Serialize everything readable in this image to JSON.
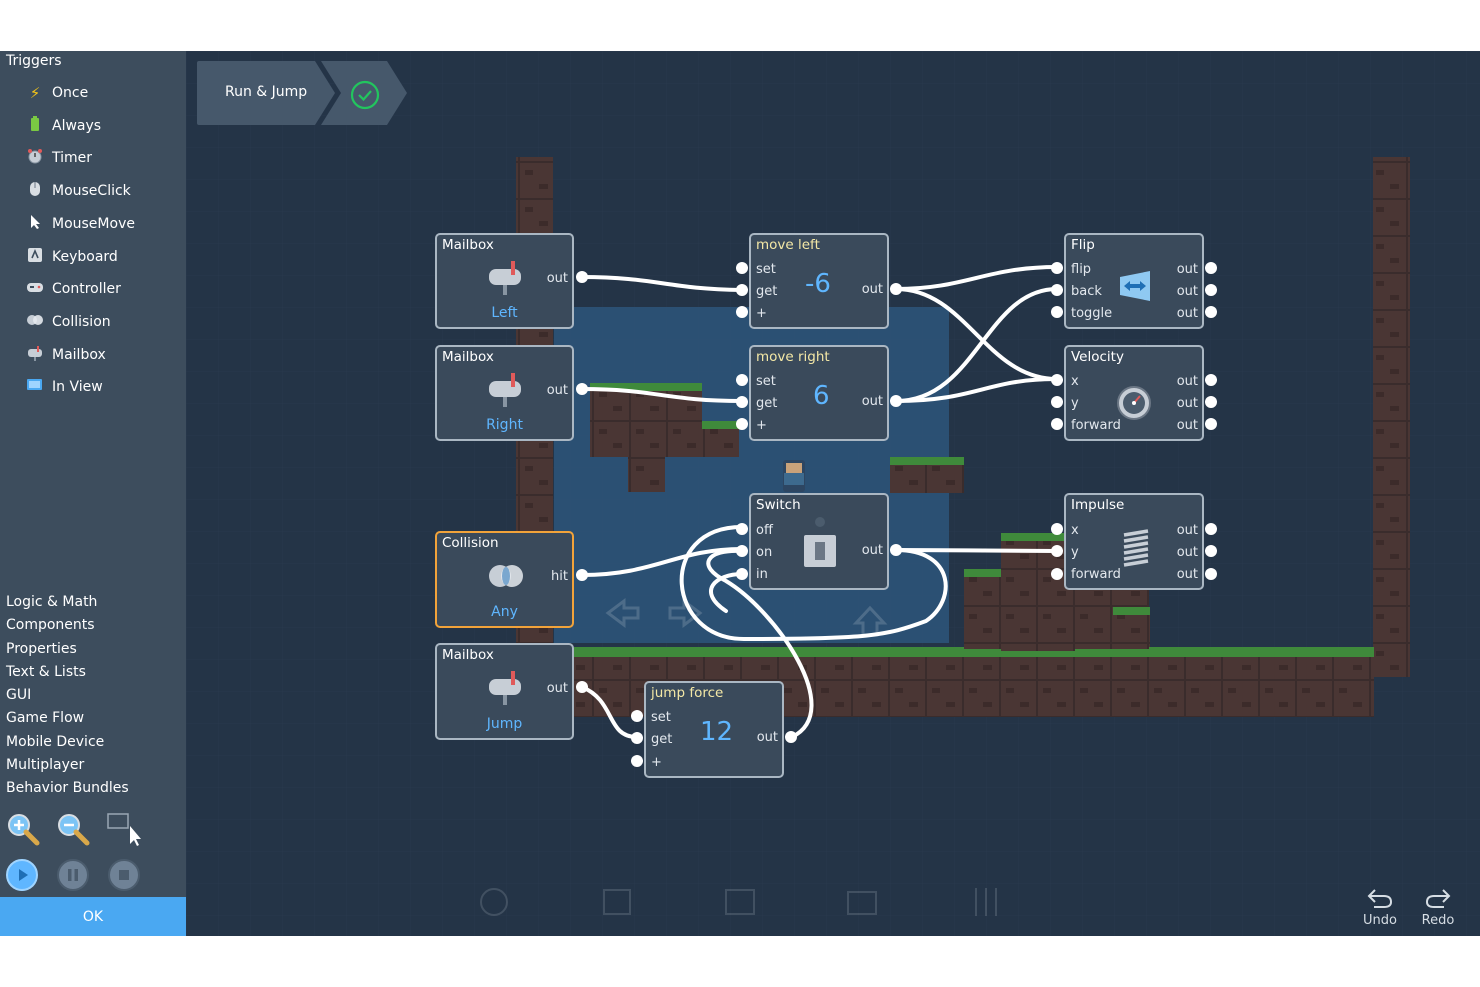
{
  "sidebar": {
    "triggers_header": "Triggers",
    "triggers": [
      {
        "label": "Once",
        "icon": "lightning-icon"
      },
      {
        "label": "Always",
        "icon": "battery-icon"
      },
      {
        "label": "Timer",
        "icon": "alarm-clock-icon"
      },
      {
        "label": "MouseClick",
        "icon": "mouse-icon"
      },
      {
        "label": "MouseMove",
        "icon": "cursor-icon"
      },
      {
        "label": "Keyboard",
        "icon": "keyboard-icon"
      },
      {
        "label": "Controller",
        "icon": "gamepad-icon"
      },
      {
        "label": "Collision",
        "icon": "collision-icon"
      },
      {
        "label": "Mailbox",
        "icon": "mailbox-icon"
      },
      {
        "label": "In View",
        "icon": "in-view-icon"
      }
    ],
    "categories": [
      "Logic & Math",
      "Components",
      "Properties",
      "Text & Lists",
      "GUI",
      "Game Flow",
      "Mobile Device",
      "Multiplayer",
      "Behavior Bundles"
    ],
    "ok_label": "OK"
  },
  "breadcrumb": {
    "label": "Run & Jump",
    "status_icon": "check-circle-icon"
  },
  "nodes": {
    "mailbox_left": {
      "title": "Mailbox",
      "port": "out",
      "message": "Left"
    },
    "mailbox_right": {
      "title": "Mailbox",
      "port": "out",
      "message": "Right"
    },
    "collision": {
      "title": "Collision",
      "port": "hit",
      "target": "Any"
    },
    "mailbox_jump": {
      "title": "Mailbox",
      "port": "out",
      "message": "Jump"
    },
    "move_left": {
      "title": "move left",
      "set": "set",
      "get": "get",
      "plus": "+",
      "value": "-6",
      "out": "out"
    },
    "move_right": {
      "title": "move right",
      "set": "set",
      "get": "get",
      "plus": "+",
      "value": "6",
      "out": "out"
    },
    "jump_force": {
      "title": "jump force",
      "set": "set",
      "get": "get",
      "plus": "+",
      "value": "12",
      "out": "out"
    },
    "switch": {
      "title": "Switch",
      "off": "off",
      "on": "on",
      "in": "in",
      "out": "out"
    },
    "flip": {
      "title": "Flip",
      "inputs": [
        "flip",
        "back",
        "toggle"
      ],
      "out": "out"
    },
    "velocity": {
      "title": "Velocity",
      "inputs": [
        "x",
        "y",
        "forward"
      ],
      "out": "out"
    },
    "impulse": {
      "title": "Impulse",
      "inputs": [
        "x",
        "y",
        "forward"
      ],
      "out": "out"
    }
  },
  "bottom_bar": {
    "undo": "Undo",
    "redo": "Redo"
  },
  "colors": {
    "background": "#243447",
    "sidebar": "#3d4d5d",
    "accent": "#4aa8f2",
    "selected": "#f2a33a",
    "number": "#5fb6ff",
    "success": "#22c55e"
  }
}
